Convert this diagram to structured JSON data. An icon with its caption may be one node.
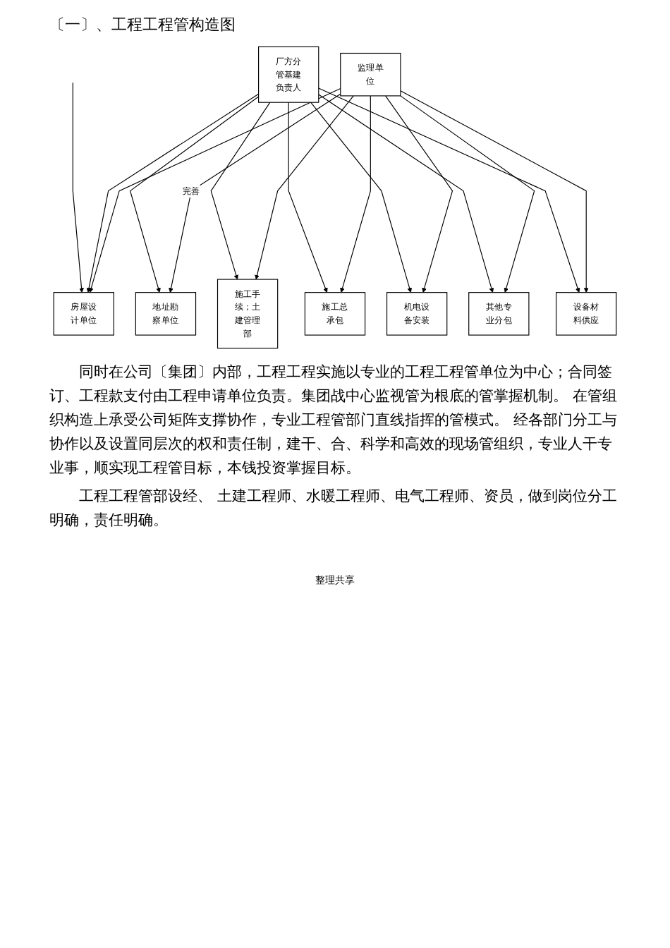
{
  "diagram": {
    "title": "〔一〕、工程工程管构造图",
    "nodes": [
      {
        "text": [
          "监理单位"
        ]
      },
      {
        "text": [
          "厂方分管基建负责人"
        ]
      },
      {
        "text": [
          "地址勘察单位"
        ]
      },
      {
        "text": [
          "房屋设计单位"
        ]
      },
      {
        "text": [
          "施工手续；土建管理部"
        ]
      },
      {
        "text": [
          "施工总承包"
        ]
      },
      {
        "text": [
          "机电设备安装"
        ]
      },
      {
        "text": [
          "其他专业分包"
        ]
      },
      {
        "text": [
          "设备材料供应"
        ]
      }
    ],
    "edges": [
      {
        "from": 0,
        "to": 2,
        "arrow": "to",
        "label": "完善"
      },
      {
        "from": 0,
        "to": 3,
        "arrow": "to"
      },
      {
        "from": 0,
        "to": 4,
        "arrow": "to"
      },
      {
        "from": 0,
        "to": 5,
        "arrow": "to"
      },
      {
        "from": 0,
        "to": 6,
        "arrow": "to"
      },
      {
        "from": 0,
        "to": 7,
        "arrow": "to"
      },
      {
        "from": 0,
        "to": 8,
        "arrow": "to"
      },
      {
        "from": 1,
        "to": 2,
        "arrow": "to"
      },
      {
        "from": 1,
        "to": 3,
        "arrow": "to"
      },
      {
        "from": 1,
        "to": 4,
        "arrow": "to"
      },
      {
        "from": 1,
        "to": 5,
        "arrow": "to"
      },
      {
        "from": 1,
        "to": 6,
        "arrow": "to"
      },
      {
        "from": 1,
        "to": 7,
        "arrow": "to"
      },
      {
        "from": 1,
        "to": 8,
        "arrow": "to"
      },
      {
        "from": null,
        "to": 3,
        "arrow": "to"
      }
    ],
    "labels": [
      "同时在公司〔集团〕内部，工程工程实施以专业的工程工程管单位为中心；合同签订、工程款支付由工程申请单位负责。集团战中心监视管为根底的管掌握机制。 在管组织构造上承受公司矩阵支撑协作，专业工程管部门直线指挥的管模式。 经各部门分工与协作以及设置同层次的权和责任制，建干、合、科学和高效的现场管组织，专业人干专业事，顺实现工程管目标，本钱投资掌握目标。",
      "工程工程管部设经、 土建工程师、水暖工程师、电气工程师、资员，做到岗位分工明确，责任明确。",
      "整理共享"
    ]
  }
}
